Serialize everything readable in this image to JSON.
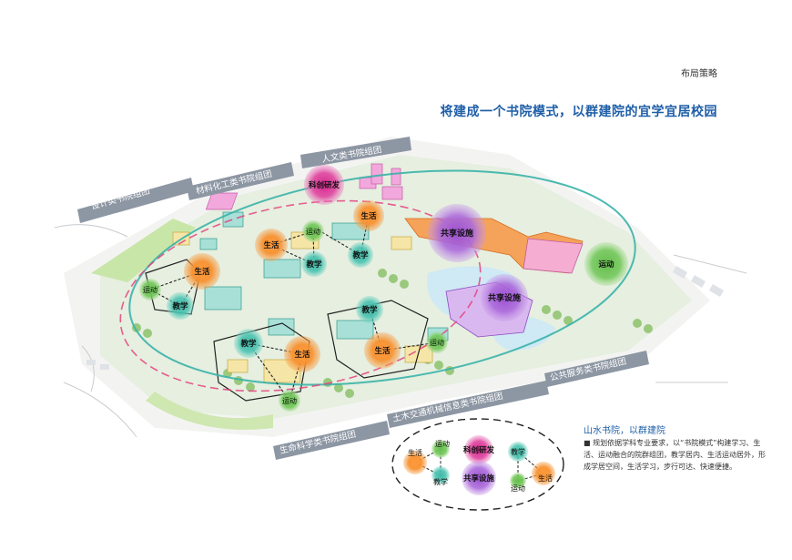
{
  "header": {
    "section": "布局策略",
    "title": "将建成一个书院模式，以群建院的宜学宜居校园"
  },
  "road_labels": {
    "design": "设计类书院组团",
    "materials": "材料化工类书院组团",
    "humanities": "人文类书院组团",
    "life_science": "生命科学类书院组团",
    "civil": "土木交通机械信息类书院组团",
    "public_service": "公共服务类书院组团"
  },
  "bubbles": {
    "research": "科创研发",
    "shared": "共享设施",
    "life": "生活",
    "teaching": "教学",
    "sport": "运动"
  },
  "legend": {
    "title": "山水书院，以群建院",
    "description": "■ 规划依据学科专业要求，以“书院模式”构建学习、生活、运动融合的院群组团，教学居内、生活运动居外，形成学居空间，生活学习，步行可达、快速便捷。",
    "life": "生活",
    "sport": "运动",
    "teaching": "教学",
    "research": "科创研发",
    "shared": "共享设施"
  },
  "colors": {
    "title_blue": "#1f5fa8",
    "road_grey": "#8d96a3",
    "life_orange": "#f28a2e",
    "teaching_teal": "#3fb9a8",
    "sport_green": "#6cc255",
    "research_magenta": "#d6268f",
    "shared_purple": "#9b4fd1",
    "ring_teal": "#38b3a8",
    "ring_pink": "#e4427e"
  }
}
